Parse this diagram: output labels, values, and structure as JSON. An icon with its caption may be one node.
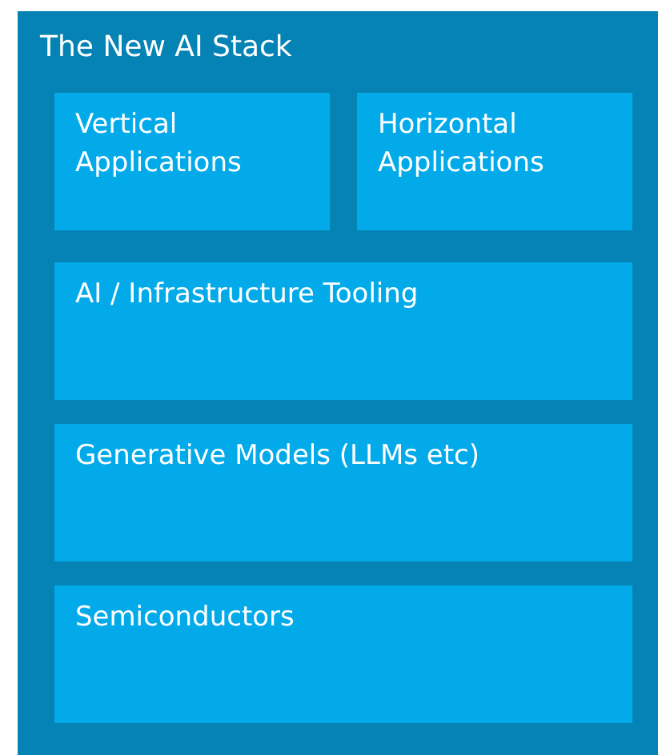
{
  "diagram": {
    "nodes": [
      {
        "text": [
          "The New AI Stack"
        ]
      },
      {
        "text": [
          "Vertical Applications"
        ],
        "in": 0
      },
      {
        "text": [
          "Horizontal Applications"
        ],
        "in": 0
      },
      {
        "text": [
          "AI / Infrastructure Tooling"
        ],
        "in": 0
      },
      {
        "text": [
          "Generative Models (LLMs etc)"
        ],
        "in": 0
      },
      {
        "text": [
          "Semiconductors"
        ],
        "in": 0
      }
    ]
  }
}
